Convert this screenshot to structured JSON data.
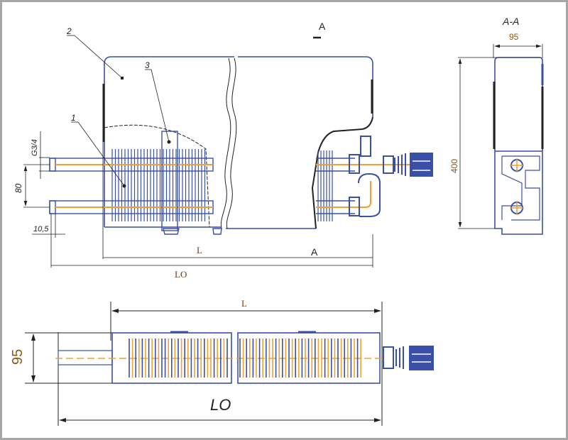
{
  "drawing": {
    "title": "Convector heater assembly drawing",
    "colors": {
      "outline": "#3a4fa8",
      "dimension": "#222222",
      "pipe_axis": "#f0a030",
      "frame": "#a6a6a6"
    },
    "front_view": {
      "callouts": [
        {
          "number": "1",
          "target": "heat-exchanger-fins"
        },
        {
          "number": "2",
          "target": "casing"
        },
        {
          "number": "3",
          "target": "fin-bracket"
        }
      ],
      "section_marker": "A",
      "section_marker_bottom": "A",
      "dimensions": {
        "thread": "G3/4",
        "pipe_spacing": "80",
        "offset": "10,5",
        "length": "L",
        "overall_length": "LO"
      }
    },
    "section_view": {
      "title": "A-A",
      "width": "95",
      "height": "400"
    },
    "top_view": {
      "dimensions": {
        "width": "95",
        "length": "L",
        "overall_length": "LO"
      }
    }
  }
}
